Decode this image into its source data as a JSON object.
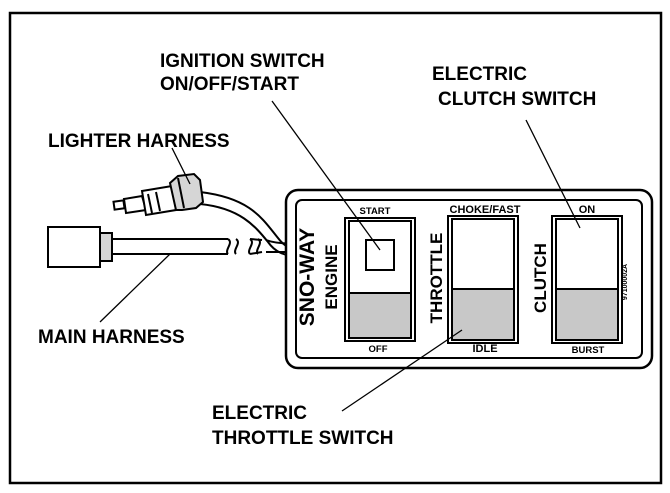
{
  "callouts": {
    "ignition": {
      "line1": "IGNITION SWITCH",
      "line2": "ON/OFF/START"
    },
    "clutch": {
      "line1": "ELECTRIC",
      "line2": "CLUTCH SWITCH"
    },
    "lighter": "LIGHTER HARNESS",
    "main": "MAIN HARNESS",
    "throttle": {
      "line1": "ELECTRIC",
      "line2": "THROTTLE SWITCH"
    }
  },
  "panel": {
    "brand": "SNO-WAY",
    "engine": {
      "name": "ENGINE",
      "top": "START",
      "bottom": "OFF"
    },
    "throttle": {
      "name": "THROTTLE",
      "top": "CHOKE/FAST",
      "bottom": "IDLE"
    },
    "clutch": {
      "name": "CLUTCH",
      "top": "ON",
      "bottom": "BURST"
    },
    "part_number": "97100002A"
  },
  "colors": {
    "outline": "#000000",
    "switch_upper": "#ffffff",
    "switch_lower": "#c8c8c8",
    "background": "#ffffff"
  }
}
